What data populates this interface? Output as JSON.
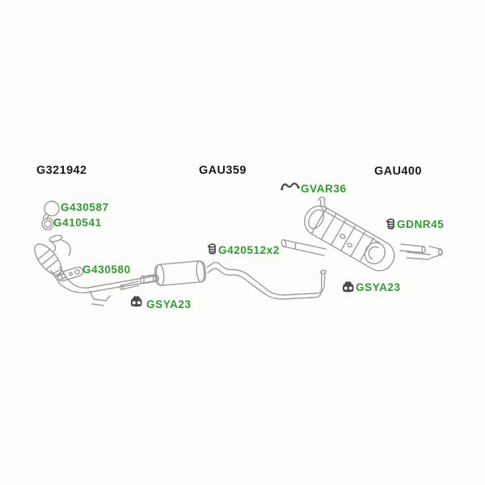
{
  "colors": {
    "link_green": "#2d9e2d",
    "header_black": "#1c1c1c",
    "line_gray": "#9b9b9b",
    "icon_dark": "#4b4b4b",
    "page_bg": "#fdfdfb"
  },
  "sections": [
    {
      "id": "front-section",
      "label": "G321942"
    },
    {
      "id": "middle-section",
      "label": "GAU359"
    },
    {
      "id": "rear-section",
      "label": "GAU400"
    }
  ],
  "parts": [
    {
      "id": "front-clamp-ring",
      "label": "G430587",
      "icon": "clamp-ring"
    },
    {
      "id": "front-gasket-ring",
      "label": "G410541",
      "icon": "ring"
    },
    {
      "id": "front-flange-gasket",
      "label": "G430580",
      "icon": "flange-gasket"
    },
    {
      "id": "middle-hanger",
      "label": "GSYA23",
      "icon": "rubber-hanger"
    },
    {
      "id": "middle-clamp",
      "label": "G420512x2",
      "icon": "clamp"
    },
    {
      "id": "rear-strap",
      "label": "GVAR36",
      "icon": "rubber-strap"
    },
    {
      "id": "rear-clamp",
      "label": "GDNR45",
      "icon": "clamp"
    },
    {
      "id": "rear-hanger",
      "label": "GSYA23",
      "icon": "rubber-hanger"
    }
  ]
}
